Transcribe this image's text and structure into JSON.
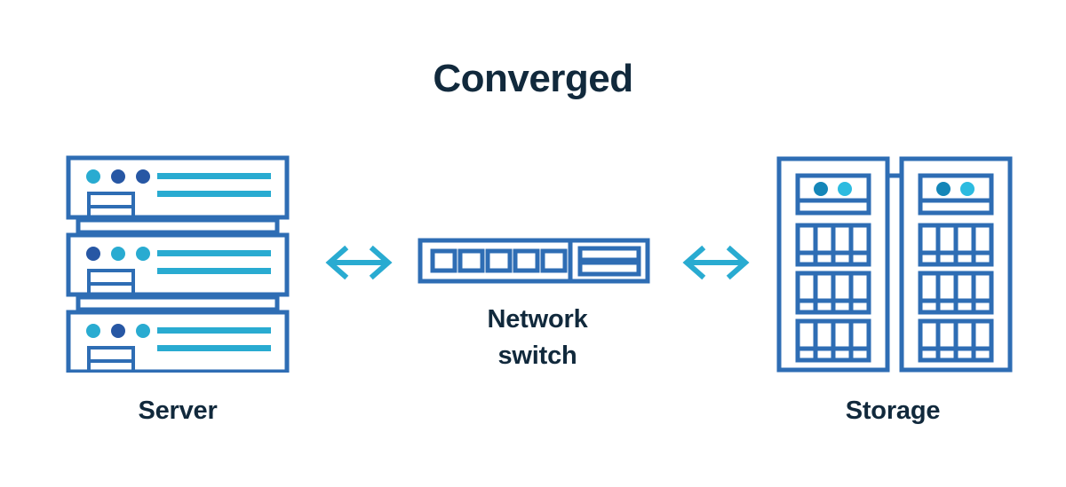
{
  "title": "Converged",
  "colors": {
    "title_text": "#11293c",
    "label_text": "#11293c",
    "outline_blue": "#2e6db4",
    "accent_cyan": "#29abd1",
    "dot_dark": "#2757a4",
    "dot_cyan": "#29abd1",
    "background": "#ffffff"
  },
  "nodes": {
    "server": {
      "label": "Server",
      "icon": "server-stack-icon",
      "unit_count": 3,
      "units": [
        {
          "dots": [
            "cyan",
            "dark",
            "dark"
          ],
          "line_count": 2
        },
        {
          "dots": [
            "dark",
            "cyan",
            "cyan"
          ],
          "line_count": 2
        },
        {
          "dots": [
            "cyan",
            "dark",
            "cyan"
          ],
          "line_count": 2
        }
      ]
    },
    "switch": {
      "label_line_1": "Network",
      "label_line_2": "switch",
      "icon": "network-switch-icon",
      "port_count": 5,
      "panel_bar_count": 2
    },
    "storage": {
      "label": "Storage",
      "icon": "storage-array-icon",
      "cabinet_count": 2,
      "cabinets": [
        {
          "top_panel_dots": [
            "dark-cyan",
            "light-cyan"
          ],
          "drive_bay_blocks": 3,
          "bay_columns": 4,
          "bay_rows": 2
        },
        {
          "top_panel_dots": [
            "dark-cyan",
            "light-cyan"
          ],
          "drive_bay_blocks": 3,
          "bay_columns": 4,
          "bay_rows": 2
        }
      ]
    }
  },
  "connectors": [
    {
      "name": "server-to-switch",
      "type": "double-arrow",
      "color": "#29abd1"
    },
    {
      "name": "switch-to-storage",
      "type": "double-arrow",
      "color": "#29abd1"
    }
  ]
}
